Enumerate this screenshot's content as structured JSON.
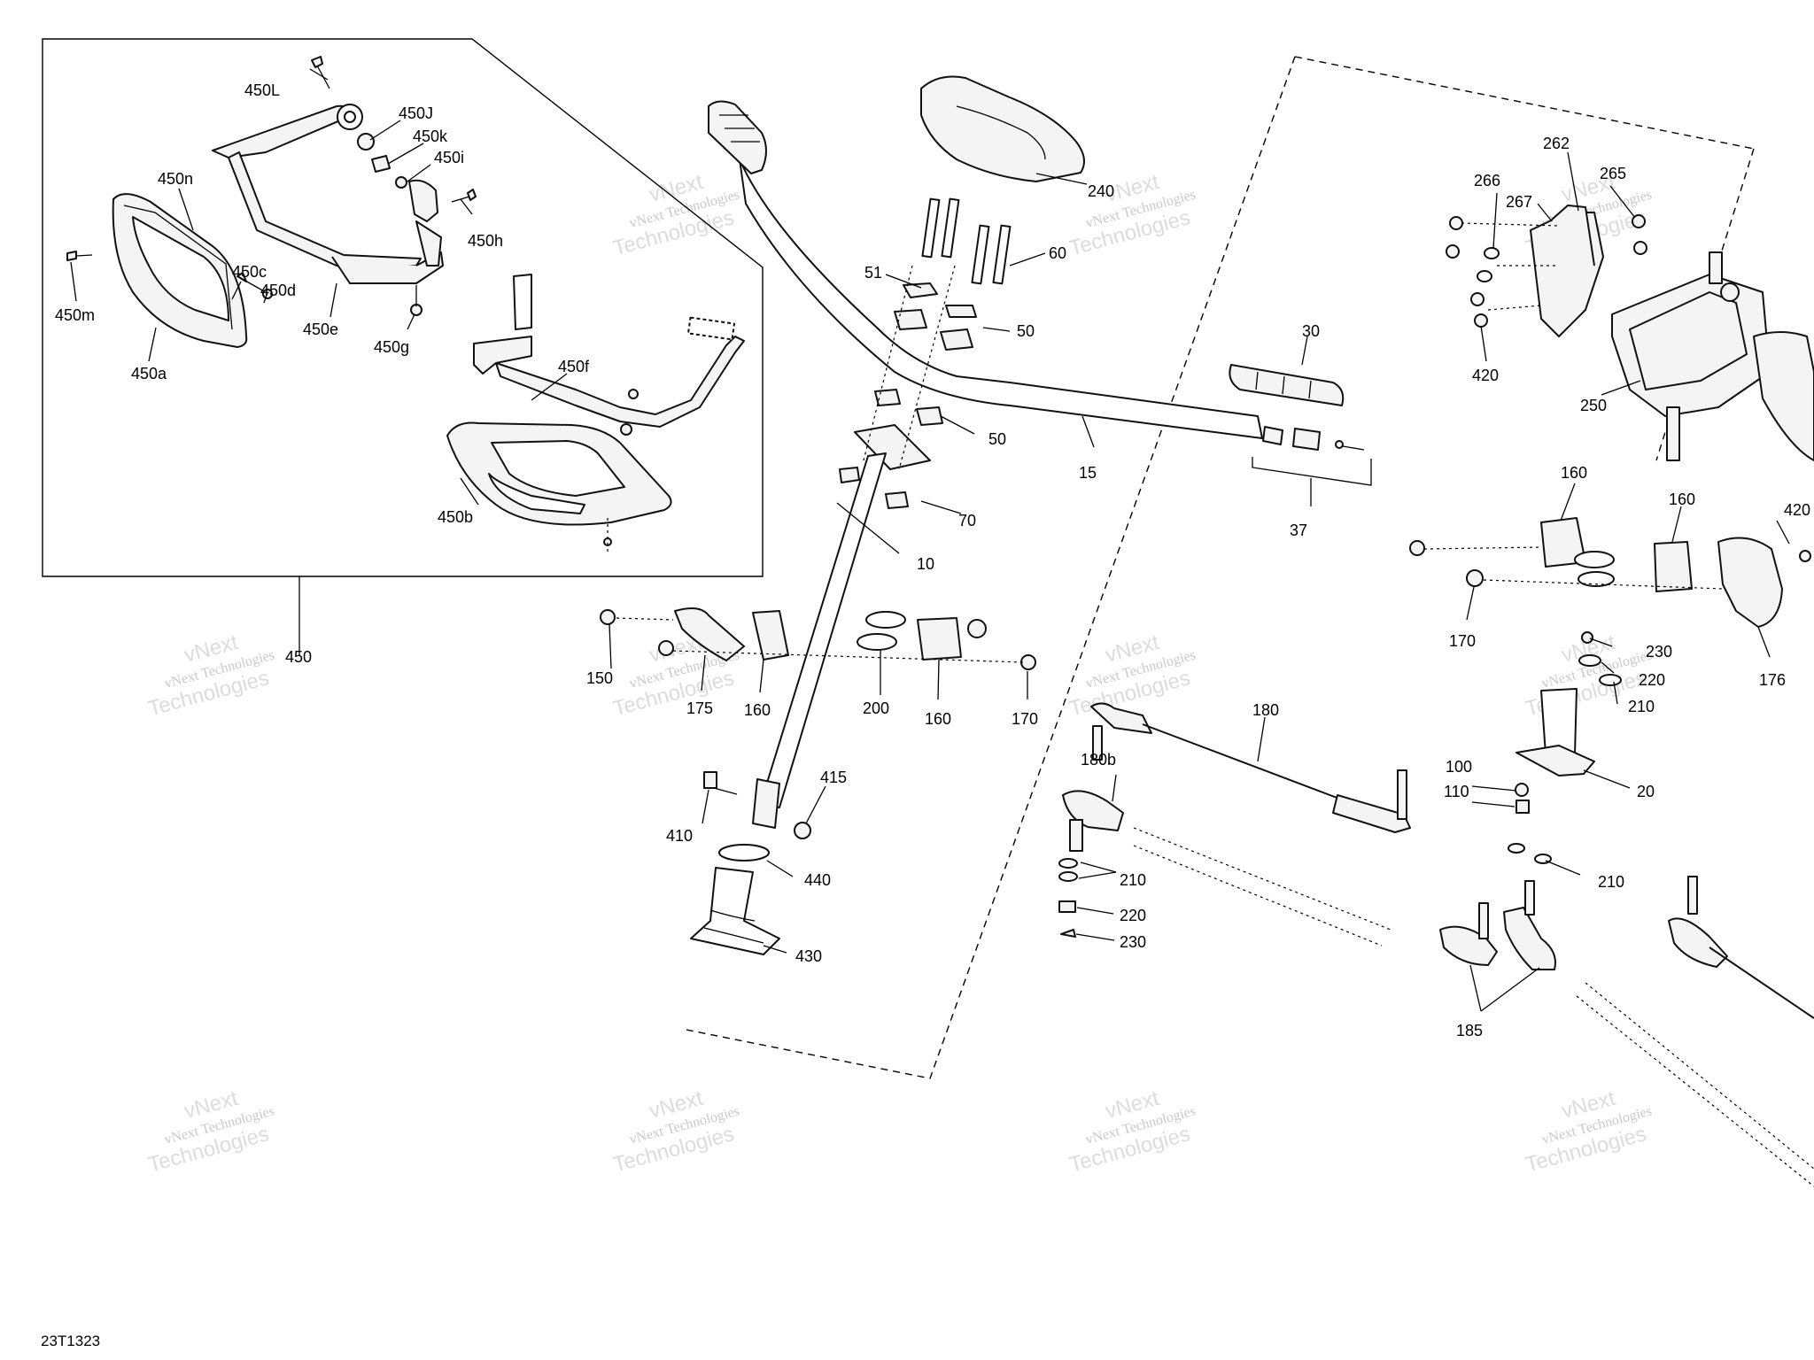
{
  "drawing_code": "23T1323",
  "watermark": {
    "line1": "vNext Technologies",
    "line2": "vNext",
    "line3": "Technologies"
  },
  "callouts": {
    "c450L": "450L",
    "c450J": "450J",
    "c450k": "450k",
    "c450i": "450i",
    "c450n": "450n",
    "c450h": "450h",
    "c450c": "450c",
    "c450d": "450d",
    "c450m": "450m",
    "c450e": "450e",
    "c450g": "450g",
    "c450a": "450a",
    "c450f": "450f",
    "c450b": "450b",
    "c450": "450",
    "c240": "240",
    "c51": "51",
    "c60": "60",
    "c50a": "50",
    "c50b": "50",
    "c15": "15",
    "c30": "30",
    "c37": "37",
    "c70": "70",
    "c10": "10",
    "c150": "150",
    "c175": "175",
    "c160a": "160",
    "c200": "200",
    "c160b": "160",
    "c170a": "170",
    "c410": "410",
    "c415": "415",
    "c440": "440",
    "c430": "430",
    "c180": "180",
    "c180b": "180b",
    "c210a": "210",
    "c220a": "220",
    "c230a": "230",
    "c266": "266",
    "c267": "267",
    "c262": "262",
    "c265": "265",
    "c420a": "420",
    "c250": "250",
    "c160c": "160",
    "c160d": "160",
    "c420b": "420",
    "c170b": "170",
    "c230b": "230",
    "c220b": "220",
    "c210b": "210",
    "c176": "176",
    "c100": "100",
    "c110": "110",
    "c20": "20",
    "c210c": "210",
    "c185": "185"
  }
}
